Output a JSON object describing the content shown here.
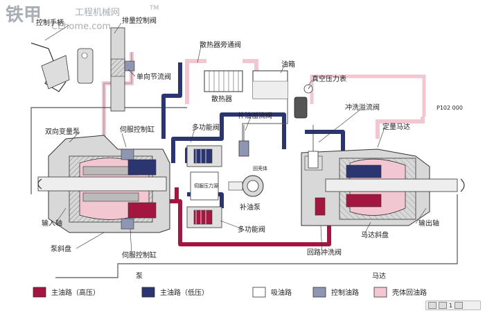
{
  "watermark": {
    "brand": "铁甲",
    "site": "工程机械网",
    "url": "CEhome.com",
    "tm": "TM"
  },
  "figure_code": "P102 000",
  "labels": {
    "control_handle": "控制手柄",
    "displacement_valve": "排量控制阀",
    "one_way_throttle": "单向节流阀",
    "radiator_bypass": "散热器旁通阀",
    "oil_tank": "油箱",
    "vacuum_gauge": "真空压力表",
    "radiator": "散热器",
    "charge_relief": "补油溢流阀",
    "flush_relief": "冲洗溢流阀",
    "fixed_motor": "定量马达",
    "bidirectional_pump": "双向变量泵",
    "servo_cylinder_top": "伺服控制缸",
    "multi_valve_top": "多功能阀",
    "servo_pressure": "伺服压力源",
    "return_body": "回壳体",
    "charge_pump": "补油泵",
    "input_shaft": "输入轴",
    "output_shaft": "输出轴",
    "multi_valve_bottom": "多功能阀",
    "motor_swashplate": "马达斜盘",
    "pump_swashplate": "泵斜盘",
    "servo_cylinder_bottom": "伺服控制缸",
    "loop_flush_valve": "回路冲洗阀",
    "pump_title": "泵",
    "motor_title": "马达"
  },
  "legend": [
    {
      "label": "主油路（高压）",
      "color": "#a3163f"
    },
    {
      "label": "主油路（低压）",
      "color": "#2b3570"
    },
    {
      "label": "吸油路",
      "color": "#ffffff"
    },
    {
      "label": "控制油路",
      "color": "#8e96b3"
    },
    {
      "label": "壳体回油路",
      "color": "#f2c7d2"
    }
  ],
  "colors": {
    "high": "#a3163f",
    "low": "#2b3570",
    "control": "#8e96b3",
    "case": "#f2c7d2",
    "body": "#cfcfcf",
    "outline": "#333333"
  },
  "icons": [
    "tank-icon",
    "radiator-icon",
    "gauge-icon",
    "filter-icon"
  ],
  "viewer": {
    "zoom": "1"
  }
}
